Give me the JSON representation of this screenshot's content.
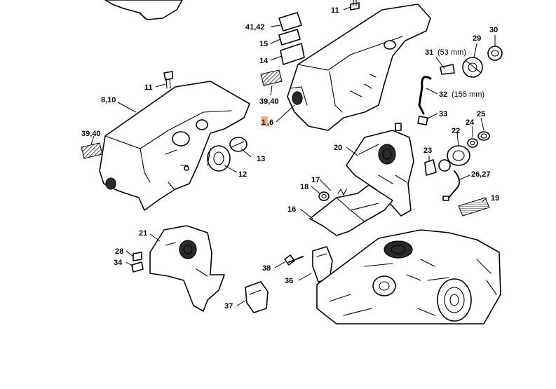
{
  "colors": {
    "highlight": "#f4b183",
    "ink": "#000000",
    "background": "#ffffff"
  },
  "callouts": {
    "c11_top": "11",
    "c41_42": "41,42",
    "c15": "15",
    "c14": "14",
    "c39_40_right": "39,40",
    "c1_6_prefix": "1",
    "c1_6_suffix": ",6",
    "c11_left": "11",
    "c8_10": "8,10",
    "c39_40_left": "39,40",
    "c13": "13",
    "c12": "12",
    "c29": "29",
    "c30": "30",
    "c31": "31",
    "c31_len": "(53 mm)",
    "c32": "32",
    "c32_len": "(155 mm)",
    "c33": "33",
    "c25": "25",
    "c24": "24",
    "c22": "22",
    "c20": "20",
    "c23": "23",
    "c26_27": "26,27",
    "c17": "17",
    "c18": "18",
    "c19": "19",
    "c16": "16",
    "c21": "21",
    "c28": "28",
    "c34": "34",
    "c38": "38",
    "c36": "36",
    "c37": "37"
  }
}
